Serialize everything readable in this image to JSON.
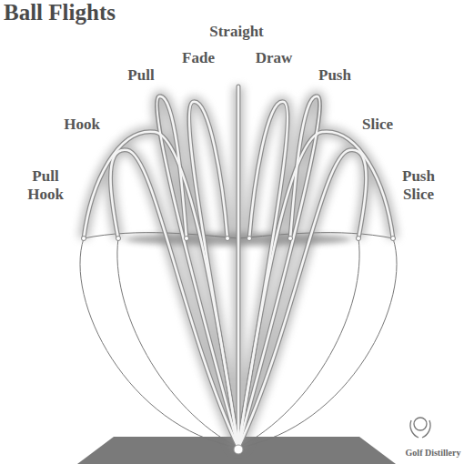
{
  "diagram": {
    "title": "Ball Flights",
    "labels": [
      "Straight",
      "Fade",
      "Draw",
      "Pull",
      "Push",
      "Hook",
      "Slice",
      "Pull Hook",
      "Push Slice",
      "Golf Distillery"
    ]
  }
}
